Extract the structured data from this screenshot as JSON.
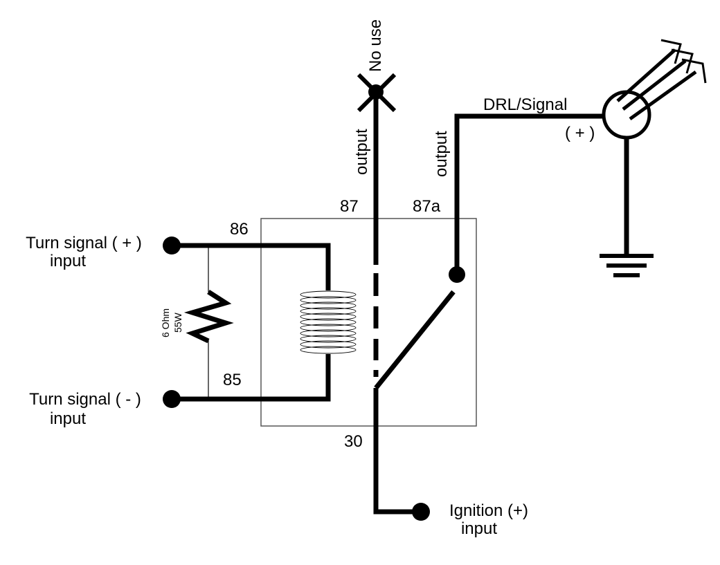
{
  "colors": {
    "wire": "#000000",
    "relay_box": "#555555",
    "background": "#ffffff"
  },
  "labels": {
    "pin_86": "86",
    "pin_85": "85",
    "pin_87": "87",
    "pin_87a": "87a",
    "pin_30": "30",
    "turn_signal_plus_1": "Turn signal ( + )",
    "turn_signal_plus_2": "input",
    "turn_signal_minus_1": "Turn signal ( - )",
    "turn_signal_minus_2": "input",
    "ignition_1": "Ignition (+)",
    "ignition_2": "input",
    "resistor_value": "6 Ohm",
    "resistor_power": "55W",
    "no_use": "No use",
    "output_87": "output",
    "output_87a": "output",
    "drl_signal": "DRL/Signal",
    "lamp_polarity": "( + )"
  },
  "icons": [
    "relay-coil-icon",
    "resistor-icon",
    "lamp-icon",
    "ground-icon",
    "no-use-cross-icon",
    "switch-contact-icon"
  ]
}
